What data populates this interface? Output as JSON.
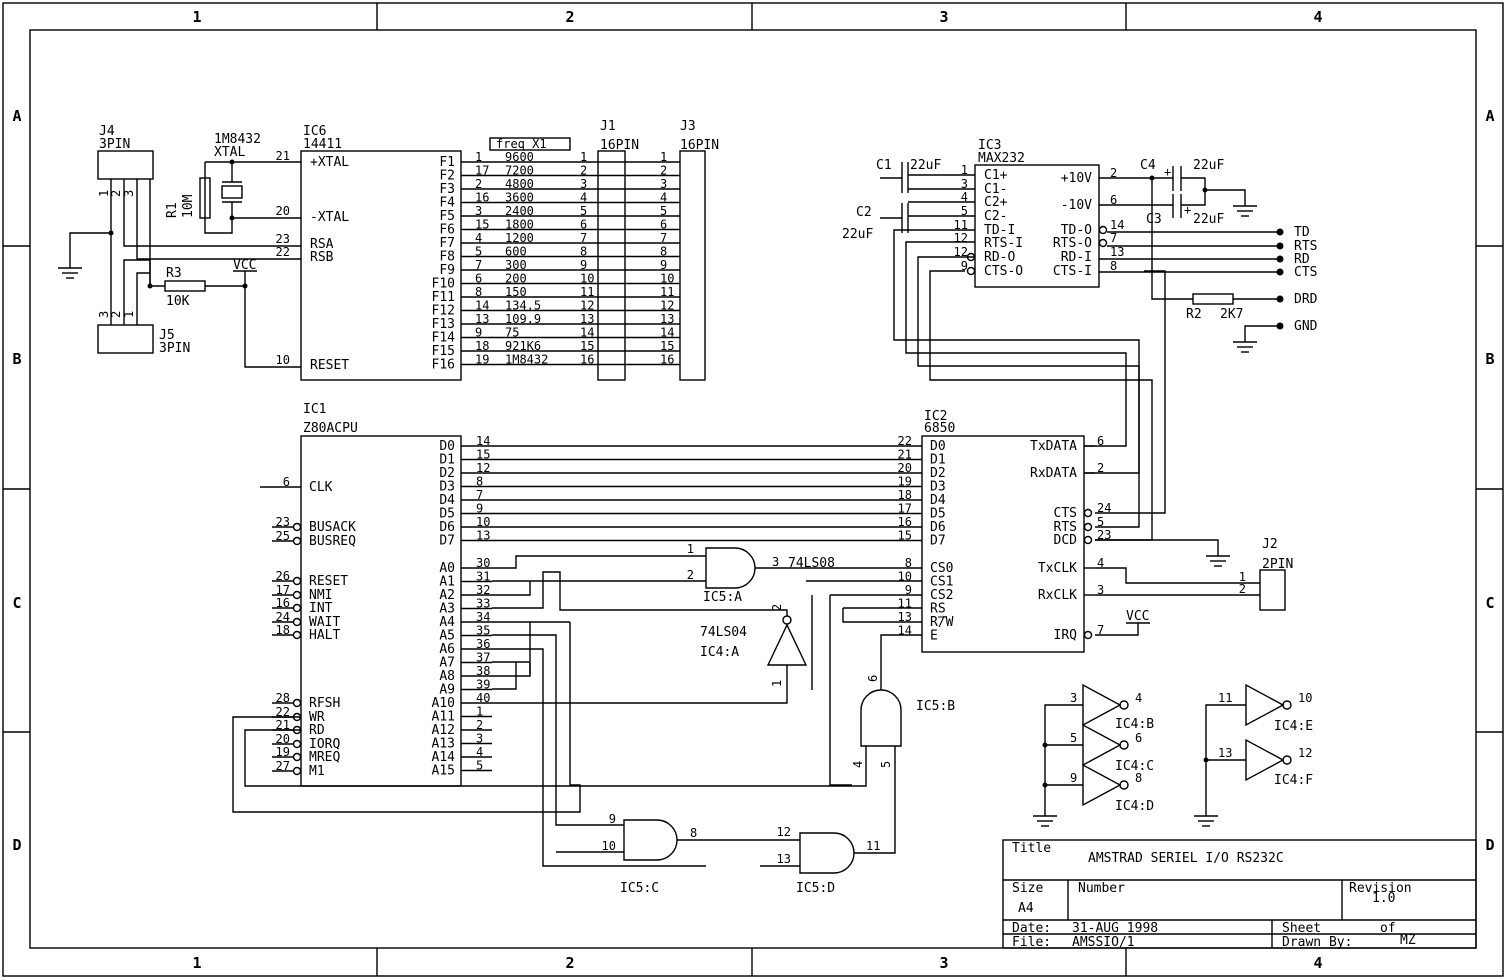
{
  "title_block": {
    "title_label": "Title",
    "title": "AMSTRAD SERIEL I/O RS232C",
    "size_label": "Size",
    "size": "A4",
    "number_label": "Number",
    "revision_label": "Revision",
    "revision": "1.0",
    "date_label": "Date:",
    "date": "31-AUG  1998",
    "sheet_label": "Sheet",
    "of_label": "of",
    "file_label": "File:",
    "file": "AMSSIO/1",
    "drawn_label": "Drawn By:",
    "drawn_by": "MZ"
  },
  "frame": {
    "columns": [
      "1",
      "2",
      "3",
      "4"
    ],
    "rows": [
      "A",
      "B",
      "C",
      "D"
    ]
  },
  "components": {
    "j4": {
      "ref": "J4",
      "value": "3PIN"
    },
    "j5": {
      "ref": "J5",
      "value": "3PIN"
    },
    "xtal": {
      "value": "1M8432",
      "type": "XTAL"
    },
    "r1": {
      "ref": "R1",
      "value": "10M"
    },
    "r3": {
      "ref": "R3",
      "value": "10K"
    },
    "r2": {
      "ref": "R2",
      "value": "2K7"
    },
    "vcc": "VCC",
    "ic6": {
      "ref": "IC6",
      "value": "14411"
    },
    "ic1": {
      "ref": "IC1",
      "value": "Z80ACPU"
    },
    "ic2": {
      "ref": "IC2",
      "value": "6850"
    },
    "ic3": {
      "ref": "IC3",
      "value": "MAX232"
    },
    "j1": {
      "ref": "J1",
      "value": "16PIN"
    },
    "j3": {
      "ref": "J3",
      "value": "16PIN"
    },
    "j2": {
      "ref": "J2",
      "value": "2PIN"
    },
    "freq_label": "freq X1",
    "c1": {
      "ref": "C1",
      "value": "22uF"
    },
    "c2": {
      "ref": "C2",
      "value": "22uF"
    },
    "c3": {
      "ref": "C3",
      "value": "22uF"
    },
    "c4": {
      "ref": "C4",
      "value": "22uF"
    },
    "ic5a": {
      "ref": "IC5:A",
      "value": "74LS08"
    },
    "ic5b": "IC5:B",
    "ic5c": "IC5:C",
    "ic5d": "IC5:D",
    "ic4a": {
      "ref": "IC4:A",
      "value": "74LS04"
    },
    "ic4b": "IC4:B",
    "ic4c": "IC4:C",
    "ic4d": "IC4:D",
    "ic4e": "IC4:E",
    "ic4f": "IC4:F"
  },
  "ic6_pins": {
    "xtal_p": "+XTAL",
    "xtal_m": "-XTAL",
    "rsa": "RSA",
    "rsb": "RSB",
    "reset": "RESET",
    "pin_xtal_p": "21",
    "pin_xtal_m": "20",
    "pin_rsa": "23",
    "pin_rsb": "22",
    "pin_reset": "10"
  },
  "ic6_outputs": [
    {
      "name": "F1",
      "pin": "1",
      "freq": "9600",
      "j": "1"
    },
    {
      "name": "F2",
      "pin": "17",
      "freq": "7200",
      "j": "2"
    },
    {
      "name": "F3",
      "pin": "2",
      "freq": "4800",
      "j": "3"
    },
    {
      "name": "F4",
      "pin": "16",
      "freq": "3600",
      "j": "4"
    },
    {
      "name": "F5",
      "pin": "3",
      "freq": "2400",
      "j": "5"
    },
    {
      "name": "F6",
      "pin": "15",
      "freq": "1800",
      "j": "6"
    },
    {
      "name": "F7",
      "pin": "4",
      "freq": "1200",
      "j": "7"
    },
    {
      "name": "F8",
      "pin": "5",
      "freq": "600",
      "j": "8"
    },
    {
      "name": "F9",
      "pin": "7",
      "freq": "300",
      "j": "9"
    },
    {
      "name": "F10",
      "pin": "6",
      "freq": "200",
      "j": "10"
    },
    {
      "name": "F11",
      "pin": "8",
      "freq": "150",
      "j": "11"
    },
    {
      "name": "F12",
      "pin": "14",
      "freq": "134.5",
      "j": "12"
    },
    {
      "name": "F13",
      "pin": "13",
      "freq": "109.9",
      "j": "13"
    },
    {
      "name": "F14",
      "pin": "9",
      "freq": "75",
      "j": "14"
    },
    {
      "name": "F15",
      "pin": "18",
      "freq": "921K6",
      "j": "15"
    },
    {
      "name": "F16",
      "pin": "19",
      "freq": "1M8432",
      "j": "16"
    }
  ],
  "ic1_left": [
    {
      "name": "CLK",
      "pin": "6"
    },
    {
      "name": "BUSACK",
      "pin": "23"
    },
    {
      "name": "BUSREQ",
      "pin": "25"
    },
    {
      "name": "RESET",
      "pin": "26"
    },
    {
      "name": "NMI",
      "pin": "17"
    },
    {
      "name": "INT",
      "pin": "16"
    },
    {
      "name": "WAIT",
      "pin": "24"
    },
    {
      "name": "HALT",
      "pin": "18"
    },
    {
      "name": "RFSH",
      "pin": "28"
    },
    {
      "name": "WR",
      "pin": "22"
    },
    {
      "name": "RD",
      "pin": "21"
    },
    {
      "name": "IORQ",
      "pin": "20"
    },
    {
      "name": "MREQ",
      "pin": "19"
    },
    {
      "name": "M1",
      "pin": "27"
    }
  ],
  "ic1_data": [
    {
      "name": "D0",
      "pin": "14"
    },
    {
      "name": "D1",
      "pin": "15"
    },
    {
      "name": "D2",
      "pin": "12"
    },
    {
      "name": "D3",
      "pin": "8"
    },
    {
      "name": "D4",
      "pin": "7"
    },
    {
      "name": "D5",
      "pin": "9"
    },
    {
      "name": "D6",
      "pin": "10"
    },
    {
      "name": "D7",
      "pin": "13"
    }
  ],
  "ic1_addr": [
    {
      "name": "A0",
      "pin": "30"
    },
    {
      "name": "A1",
      "pin": "31"
    },
    {
      "name": "A2",
      "pin": "32"
    },
    {
      "name": "A3",
      "pin": "33"
    },
    {
      "name": "A4",
      "pin": "34"
    },
    {
      "name": "A5",
      "pin": "35"
    },
    {
      "name": "A6",
      "pin": "36"
    },
    {
      "name": "A7",
      "pin": "37"
    },
    {
      "name": "A8",
      "pin": "38"
    },
    {
      "name": "A9",
      "pin": "39"
    },
    {
      "name": "A10",
      "pin": "40"
    },
    {
      "name": "A11",
      "pin": "1"
    },
    {
      "name": "A12",
      "pin": "2"
    },
    {
      "name": "A13",
      "pin": "3"
    },
    {
      "name": "A14",
      "pin": "4"
    },
    {
      "name": "A15",
      "pin": "5"
    }
  ],
  "ic2_left": [
    {
      "name": "D0",
      "pin": "22"
    },
    {
      "name": "D1",
      "pin": "21"
    },
    {
      "name": "D2",
      "pin": "20"
    },
    {
      "name": "D3",
      "pin": "19"
    },
    {
      "name": "D4",
      "pin": "18"
    },
    {
      "name": "D5",
      "pin": "17"
    },
    {
      "name": "D6",
      "pin": "16"
    },
    {
      "name": "D7",
      "pin": "15"
    }
  ],
  "ic2_ctrl": [
    {
      "name": "CS0",
      "pin": "8"
    },
    {
      "name": "CS1",
      "pin": "10"
    },
    {
      "name": "CS2",
      "pin": "9"
    },
    {
      "name": "RS",
      "pin": "11"
    },
    {
      "name": "R/W",
      "pin": "13"
    },
    {
      "name": "E",
      "pin": "14"
    }
  ],
  "ic2_right": [
    {
      "name": "TxDATA",
      "pin": "6"
    },
    {
      "name": "RxDATA",
      "pin": "2"
    },
    {
      "name": "CTS",
      "pin": "24"
    },
    {
      "name": "RTS",
      "pin": "5"
    },
    {
      "name": "DCD",
      "pin": "23"
    },
    {
      "name": "TxCLK",
      "pin": "4"
    },
    {
      "name": "RxCLK",
      "pin": "3"
    },
    {
      "name": "IRQ",
      "pin": "7"
    }
  ],
  "ic3_left": [
    {
      "name": "C1+",
      "pin": "1"
    },
    {
      "name": "C1-",
      "pin": "3"
    },
    {
      "name": "C2+",
      "pin": "4"
    },
    {
      "name": "C2-",
      "pin": "5"
    },
    {
      "name": "TD-I",
      "pin": "11"
    },
    {
      "name": "RTS-I",
      "pin": "12"
    },
    {
      "name": "RD-O",
      "pin": "12"
    },
    {
      "name": "CTS-O",
      "pin": "9"
    }
  ],
  "ic3_right": [
    {
      "name": "+10V",
      "pin": "2"
    },
    {
      "name": "-10V",
      "pin": "6"
    },
    {
      "name": "TD-O",
      "pin": "14"
    },
    {
      "name": "RTS-O",
      "pin": "7"
    },
    {
      "name": "RD-I",
      "pin": "13"
    },
    {
      "name": "CTS-I",
      "pin": "8"
    }
  ],
  "connector_signals": [
    "TD",
    "RTS",
    "RD",
    "CTS",
    "DRD",
    "GND"
  ],
  "gate_pins": {
    "ic5a_in1": "1",
    "ic5a_in2": "2",
    "ic5a_out": "3",
    "ic4a_in": "1",
    "ic4a_out": "2",
    "ic5b_in1": "4",
    "ic5b_in2": "5",
    "ic5b_out": "6",
    "ic5c_in1": "9",
    "ic5c_in2": "10",
    "ic5c_out": "8",
    "ic5d_in1": "12",
    "ic5d_in2": "13",
    "ic5d_out": "11",
    "ic4b_in": "3",
    "ic4b_out": "4",
    "ic4c_in": "5",
    "ic4c_out": "6",
    "ic4d_in": "9",
    "ic4d_out": "8",
    "ic4e_in": "11",
    "ic4e_out": "10",
    "ic4f_in": "13",
    "ic4f_out": "12",
    "j2_1": "1",
    "j2_2": "2",
    "j4_1": "1",
    "j4_2": "2",
    "j4_3": "3",
    "j5_1": "1",
    "j5_2": "2",
    "j5_3": "3"
  }
}
